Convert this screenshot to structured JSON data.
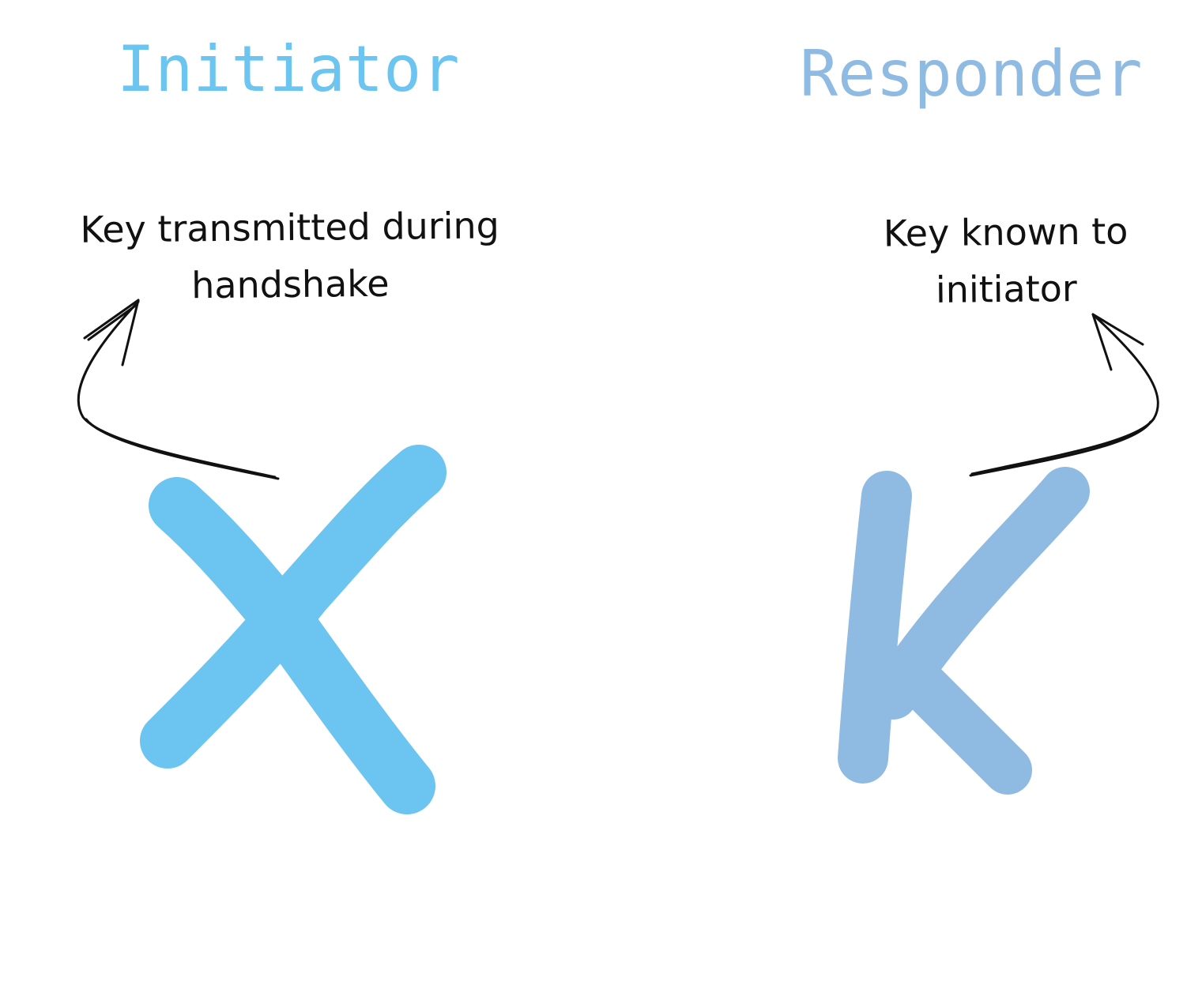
{
  "diagram": {
    "initiator": {
      "title": "Initiator",
      "color": "#6cc4f0",
      "symbol": "X",
      "annotation_lines": [
        "Key transmitted during",
        "handshake"
      ]
    },
    "responder": {
      "title": "Responder",
      "color": "#8fbae2",
      "symbol": "K",
      "annotation_lines": [
        "Key known to",
        "initiator"
      ]
    },
    "ink_color": "#111111"
  }
}
